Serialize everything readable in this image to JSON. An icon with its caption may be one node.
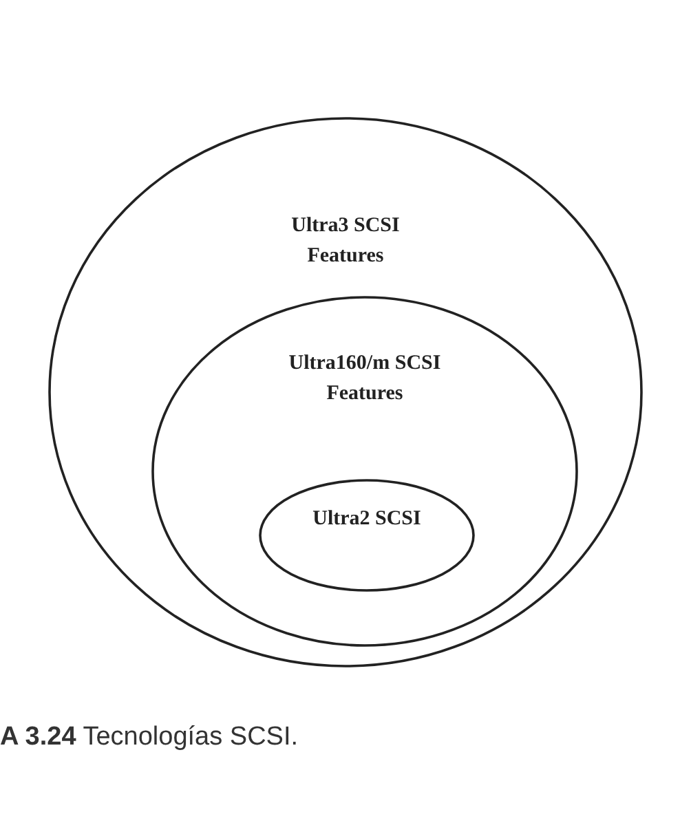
{
  "diagram": {
    "caption": "**A 3.24** Tecnologías SCSI.",
    "nodes": [
      {
        "text": [
          "Ultra3 SCSI Features"
        ]
      },
      {
        "text": [
          "Ultra160/m SCSI Features"
        ],
        "in": 0
      },
      {
        "text": [
          "Ultra2 SCSI"
        ],
        "in": 1
      }
    ]
  }
}
